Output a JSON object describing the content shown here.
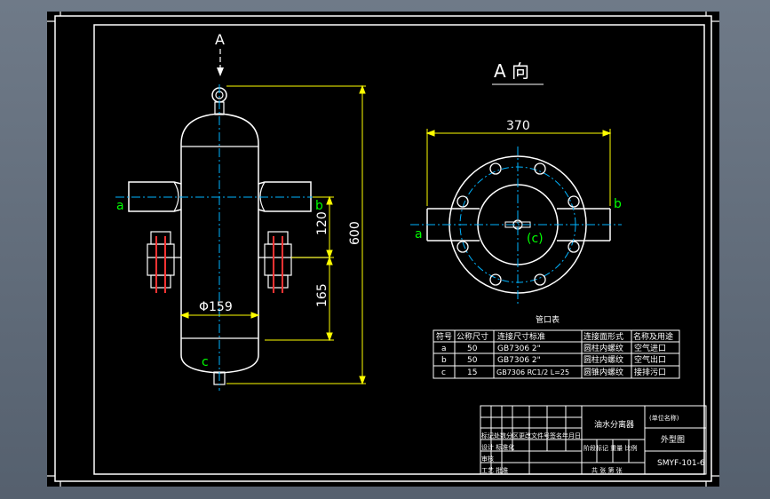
{
  "colors": {
    "background": "#000000",
    "frame": "#ffffff",
    "centerline": "#00b4ff",
    "dimension": "#ffff00",
    "annotation": "#00ff00",
    "bolt": "#ff3333",
    "outer_viewport": "#5f6a78"
  },
  "views": {
    "front": {
      "view_arrow_label": "A",
      "port_a": "a",
      "port_b": "b",
      "port_c": "c",
      "diameter_label": "Φ159",
      "dim_height": "600",
      "dim_upper": "120",
      "dim_lower": "165"
    },
    "a_view": {
      "title": "A 向",
      "dim_width": "370",
      "port_a": "a",
      "port_b": "b",
      "port_c": "(c)"
    }
  },
  "nozzle_table": {
    "title": "管口表",
    "headers": [
      "符号",
      "公称尺寸",
      "连接尺寸标准",
      "连接面形式",
      "名称及用途"
    ],
    "rows": [
      [
        "a",
        "50",
        "GB7306 2\"",
        "圆柱内螺纹",
        "空气进口"
      ],
      [
        "b",
        "50",
        "GB7306 2\"",
        "圆柱内螺纹",
        "空气出口"
      ],
      [
        "c",
        "15",
        "GB7306 RC1/2  L=25",
        "圆锥内螺纹",
        "接排污口"
      ]
    ]
  },
  "title_block": {
    "drawing_name": "油水分离器",
    "org_note": "(单位名称)",
    "sheet_label": "外型图",
    "drawing_no": "SMYF-101-6",
    "left_rows": [
      "标记处数分区更改文件号签名年月日",
      "设计  标准化",
      "审核",
      "工艺  批准"
    ],
    "stage_row": "阶段标记  重量  比例",
    "sheet_row": "共  张  第  张"
  }
}
